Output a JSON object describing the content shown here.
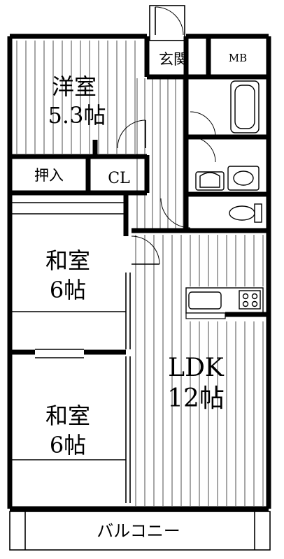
{
  "rooms": {
    "western": {
      "name": "洋室",
      "size": "5.3帖"
    },
    "oshiire": {
      "name": "押入"
    },
    "closet": {
      "name": "CL"
    },
    "entrance": {
      "name": "玄関"
    },
    "mb": {
      "name": "MB"
    },
    "washitsu1": {
      "name": "和室",
      "size": "6帖"
    },
    "washitsu2": {
      "name": "和室",
      "size": "6帖"
    },
    "ldk": {
      "name": "LDK",
      "size": "12帖"
    },
    "balcony": {
      "name": "バルコニー"
    }
  }
}
